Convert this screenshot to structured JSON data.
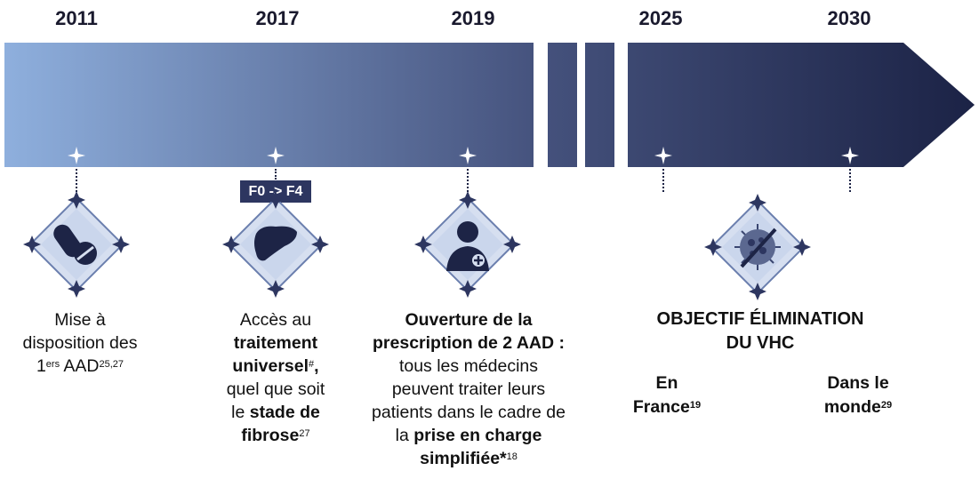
{
  "years": [
    "2011",
    "2017",
    "2019",
    "2025",
    "2030"
  ],
  "badge": "F0 -> F4",
  "colors": {
    "bar_start": "#8fb0de",
    "bar_end": "#1b2245",
    "dark": "#1d2446",
    "icon_bg": "#d6dff0"
  },
  "icons": [
    "pills-icon",
    "liver-icon",
    "doctor-icon",
    "virus-icon"
  ],
  "milestones": {
    "m2011": {
      "line1": "Mise à",
      "line2": "disposition des",
      "line3_pre": "1",
      "line3_sup": "ers",
      "line3_main": " AAD",
      "line3_ref": "25,27"
    },
    "m2017": {
      "line1": "Accès au",
      "line2": "traitement",
      "line3_bold": "universel",
      "line3_ref": "#",
      "line3_post": ",",
      "line4": "quel que soit",
      "line5_pre": "le ",
      "line5_bold": "stade de",
      "line6_bold": "fibrose",
      "line6_ref": "27"
    },
    "m2019": {
      "line1": "Ouverture de la",
      "line2": "prescription de 2 AAD :",
      "line3": "tous les médecins",
      "line4": "peuvent traiter leurs",
      "line5": "patients dans le cadre de",
      "line6_pre": "la ",
      "line6_bold": "prise en charge",
      "line7_bold": "simplifiée*",
      "line7_ref": "18"
    }
  },
  "objective": {
    "title_line1": "OBJECTIF ÉLIMINATION",
    "title_line2": "DU VHC",
    "france_line1": "En",
    "france_line2": "France",
    "france_ref": "19",
    "world_line1": "Dans le",
    "world_line2": "monde",
    "world_ref": "29"
  }
}
